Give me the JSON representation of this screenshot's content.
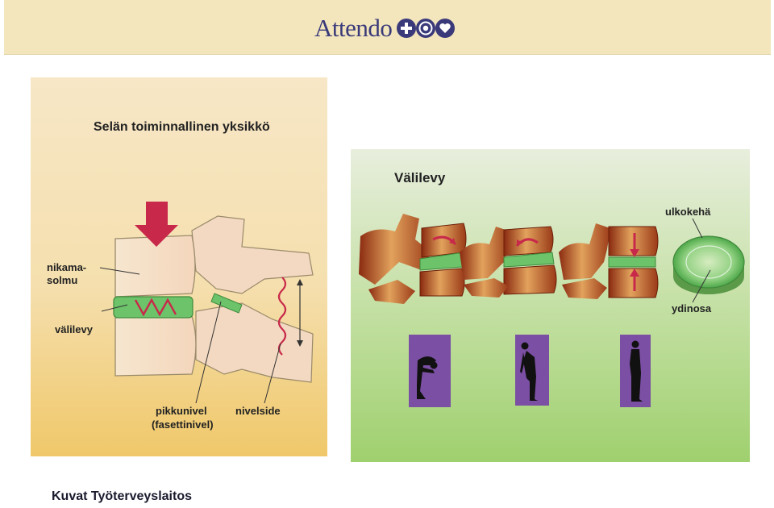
{
  "header": {
    "logo_text": "Attendo",
    "logo_icons": [
      "plus-icon",
      "target-icon",
      "heart-icon"
    ]
  },
  "left_figure": {
    "title": "Selän toiminnallinen yksikkö",
    "labels": {
      "vertebra": [
        "nikama-",
        "solmu"
      ],
      "disc": "välilevy",
      "facet_joint": [
        "pikkunivel",
        "(fasettinivel)"
      ],
      "ligament": "nivelside"
    }
  },
  "right_figure": {
    "title": "Välilevy",
    "labels": {
      "outer": "ulkokehä",
      "nucleus": "ydinosa"
    },
    "postures": [
      "forward-bend",
      "slight-bend",
      "upright"
    ]
  },
  "caption": "Kuvat Työterveyslaitos",
  "colors": {
    "header_bg": "#f3e6bd",
    "logo": "#3a3a7a",
    "disc_green": "#6cc36a",
    "arrow_red": "#c8294a",
    "posture_purple": "#7b4fa3"
  }
}
